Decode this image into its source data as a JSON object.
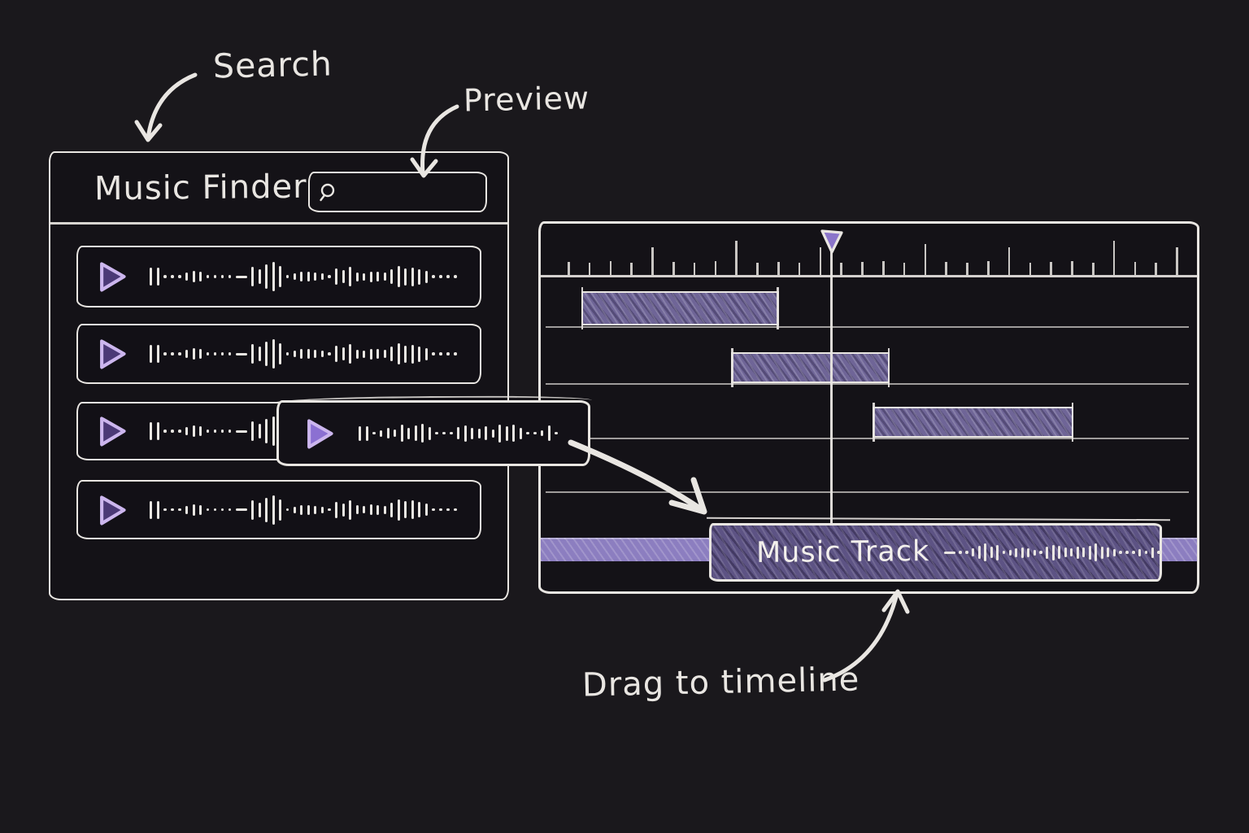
{
  "colors": {
    "background": "#1a181c",
    "ink": "#e9e6e2",
    "panel_bg": "#141217",
    "triangle_stroke": "#ccb6ee",
    "triangle_fill_dark": "#4b3976",
    "triangle_fill_bright": "#8b70d2",
    "clip_fill": "#6f6597",
    "clip_hatch": "#5a5182",
    "lane_fill": "#8c7ec0",
    "music_clip_fill": "#5d5384",
    "playhead_fill": "#8b75ca"
  },
  "annotations": {
    "search_label": "Search",
    "preview_label": "Preview",
    "drag_label": "Drag to timeline"
  },
  "music_finder": {
    "title": "Music Finder",
    "search": {
      "value": "",
      "icon": "magnifier"
    },
    "rows": [
      {
        "icon": "play-triangle"
      },
      {
        "icon": "play-triangle"
      },
      {
        "icon": "play-triangle"
      },
      {
        "icon": "play-triangle"
      }
    ],
    "row_waveform": [
      22,
      22,
      0,
      0,
      0,
      10,
      14,
      12,
      0,
      0,
      0,
      0,
      -1,
      24,
      18,
      30,
      36,
      26,
      0,
      8,
      12,
      12,
      10,
      8,
      0,
      20,
      16,
      24,
      11,
      9,
      13,
      12,
      10,
      18,
      26,
      21,
      23,
      19,
      15,
      0,
      0,
      0,
      0
    ]
  },
  "preview_item": {
    "icon": "play-triangle",
    "waveform": [
      18,
      18,
      0,
      8,
      13,
      9,
      21,
      14,
      19,
      23,
      16,
      0,
      0,
      0,
      15,
      20,
      14,
      12,
      17,
      10,
      22,
      18,
      21,
      14,
      0,
      0,
      7,
      19,
      0
    ]
  },
  "timeline": {
    "ruler_ticks": [
      16,
      15,
      17,
      15,
      34,
      16,
      15,
      17,
      42,
      15,
      16,
      15,
      34,
      15,
      16,
      17,
      15,
      38,
      16,
      15,
      17,
      34,
      15,
      16,
      17,
      15,
      42,
      16,
      15,
      34
    ],
    "playhead_pct": 44.3,
    "clips": [
      {
        "track": 1,
        "left_pct": 6.15,
        "width_pct": 30.1
      },
      {
        "track": 2,
        "left_pct": 29.0,
        "width_pct": 24.2
      },
      {
        "track": 3,
        "left_pct": 50.6,
        "width_pct": 30.6
      }
    ],
    "music_clip": {
      "label": "Music Track",
      "left_pct": 25.6,
      "width_pct": 69.1,
      "waveform": [
        -1,
        0,
        0,
        10,
        16,
        22,
        14,
        19,
        0,
        7,
        11,
        13,
        11,
        7,
        0,
        15,
        19,
        16,
        12,
        10,
        15,
        12,
        17,
        22,
        15,
        12,
        9,
        0,
        0,
        0,
        9,
        0,
        13,
        0
      ]
    }
  }
}
